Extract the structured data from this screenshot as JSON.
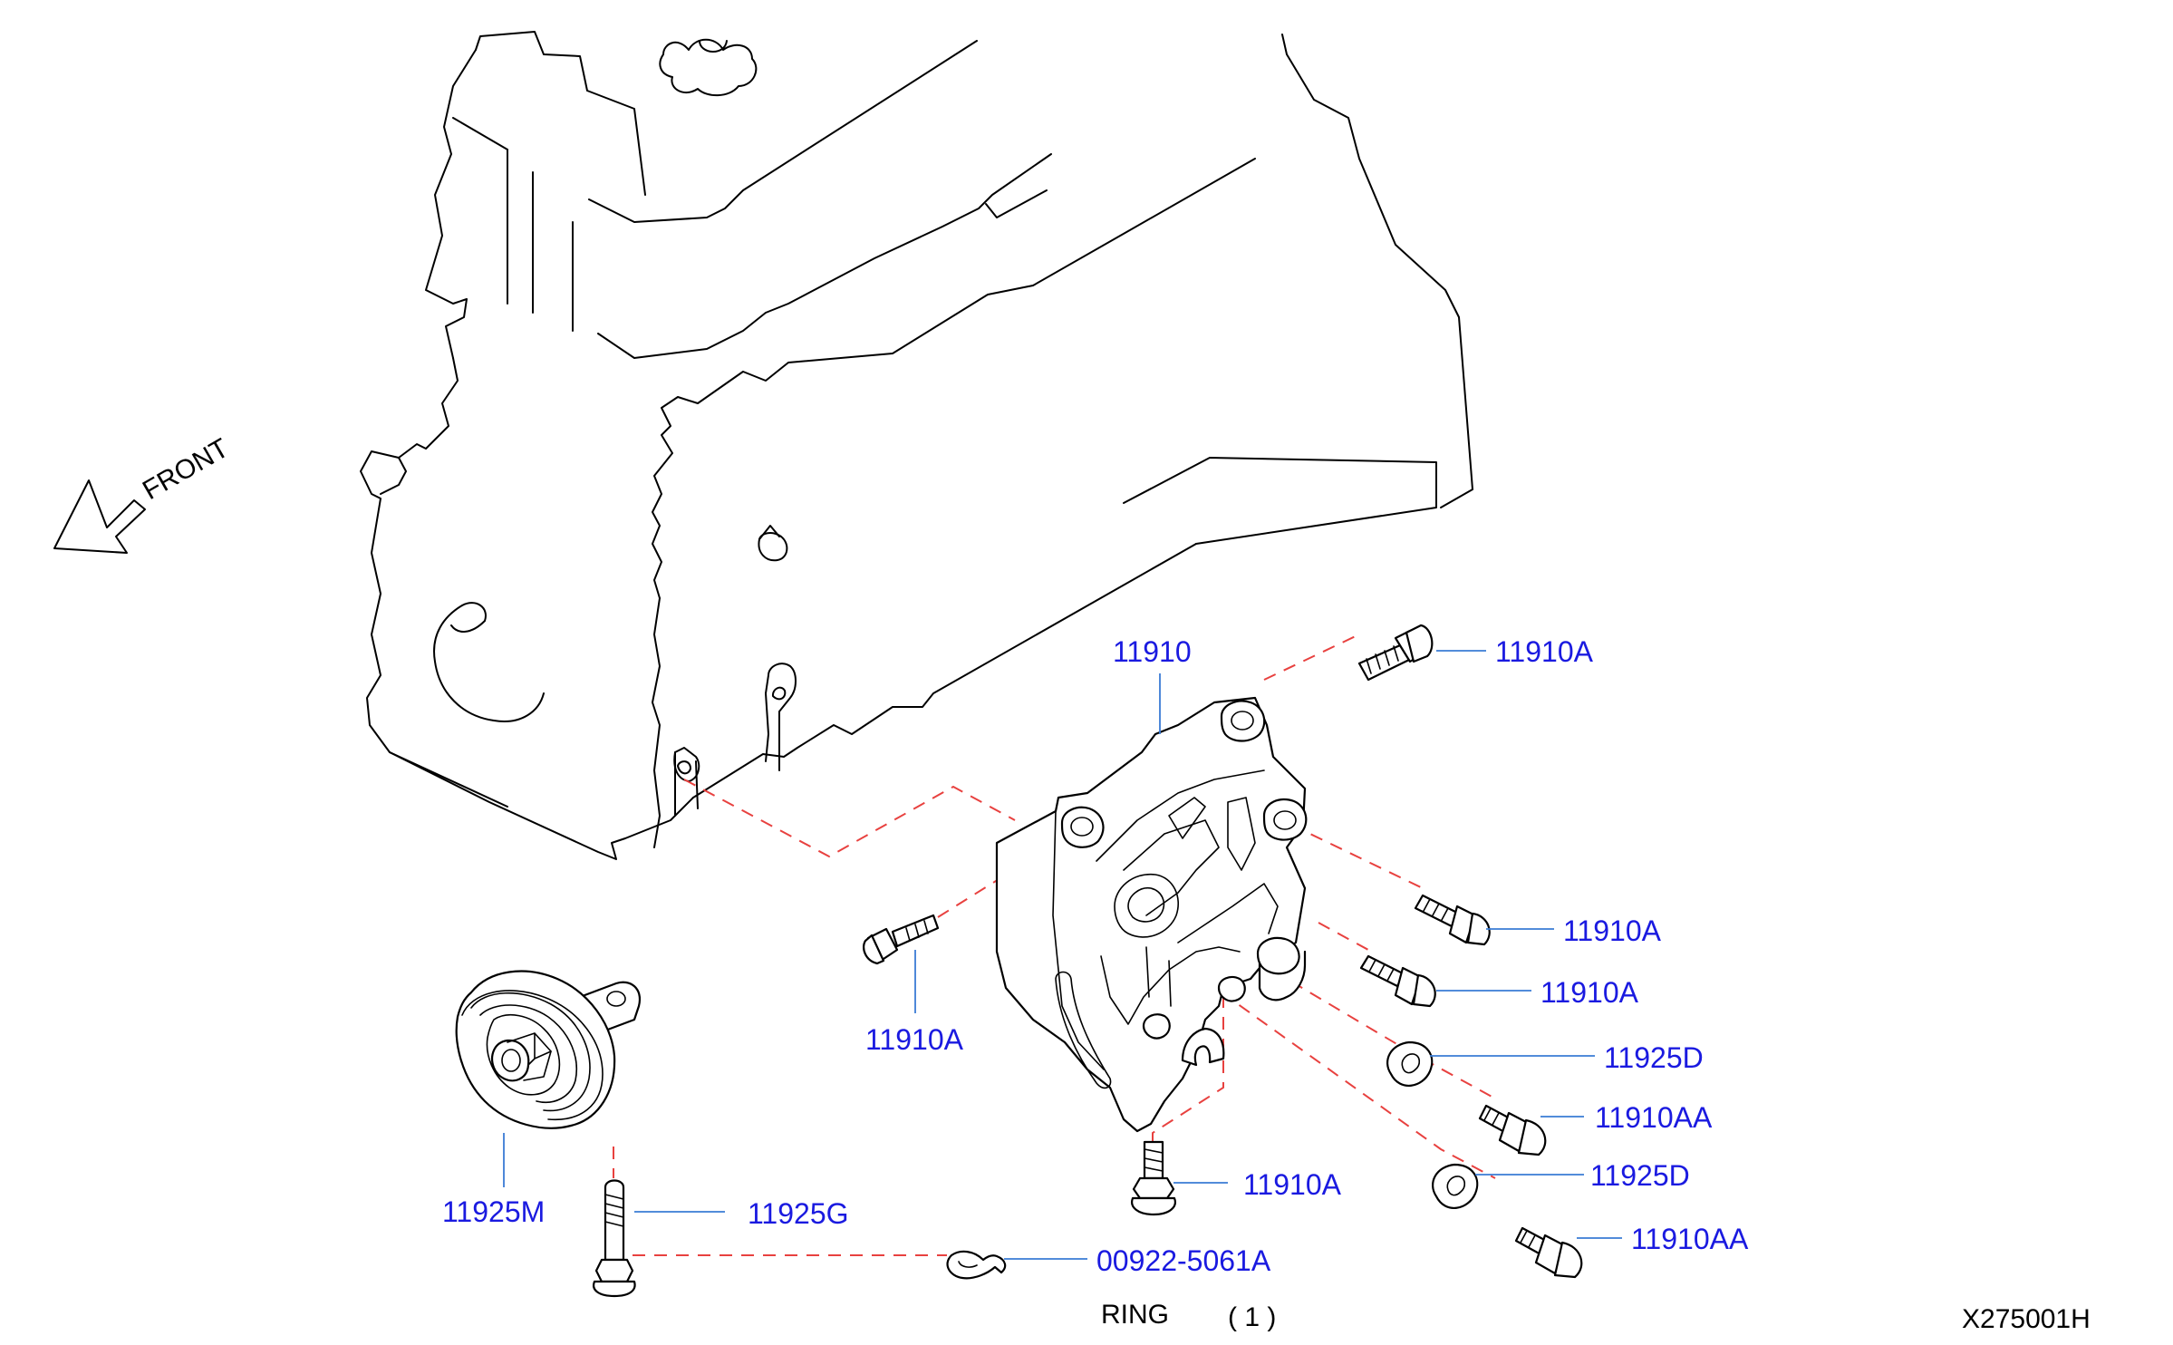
{
  "diagram": {
    "front_label": "FRONT",
    "callouts": {
      "bracket": "11910",
      "bolt_top_right": "11910A",
      "bolt_mid_right_1": "11910A",
      "bolt_mid_right_2": "11910A",
      "bolt_left": "11910A",
      "bolt_bottom": "11910A",
      "washer_1": "11925D",
      "washer_2": "11925D",
      "bolt_aa_1": "11910AA",
      "bolt_aa_2": "11910AA",
      "pulley": "11925M",
      "pulley_bolt": "11925G",
      "ring": "00922-5061A"
    },
    "ring_note": "RING",
    "ring_qty": "( 1 )",
    "drawing_id": "X275001H"
  }
}
